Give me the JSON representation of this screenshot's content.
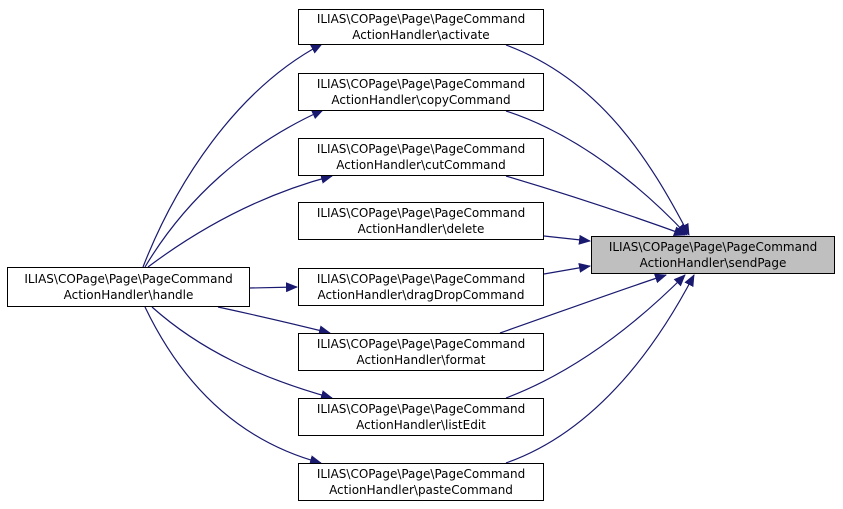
{
  "colors": {
    "edge": "#191970",
    "node_border": "#000000",
    "node_fill": "#ffffff",
    "target_fill": "#bfbfbf"
  },
  "nodes": {
    "handle": {
      "line1": "ILIAS\\COPage\\Page\\PageCommand",
      "line2": "ActionHandler\\handle"
    },
    "activate": {
      "line1": "ILIAS\\COPage\\Page\\PageCommand",
      "line2": "ActionHandler\\activate"
    },
    "copy": {
      "line1": "ILIAS\\COPage\\Page\\PageCommand",
      "line2": "ActionHandler\\copyCommand"
    },
    "cut": {
      "line1": "ILIAS\\COPage\\Page\\PageCommand",
      "line2": "ActionHandler\\cutCommand"
    },
    "delete": {
      "line1": "ILIAS\\COPage\\Page\\PageCommand",
      "line2": "ActionHandler\\delete"
    },
    "drag": {
      "line1": "ILIAS\\COPage\\Page\\PageCommand",
      "line2": "ActionHandler\\dragDropCommand"
    },
    "format": {
      "line1": "ILIAS\\COPage\\Page\\PageCommand",
      "line2": "ActionHandler\\format"
    },
    "listedit": {
      "line1": "ILIAS\\COPage\\Page\\PageCommand",
      "line2": "ActionHandler\\listEdit"
    },
    "paste": {
      "line1": "ILIAS\\COPage\\Page\\PageCommand",
      "line2": "ActionHandler\\pasteCommand"
    },
    "sendpage": {
      "line1": "ILIAS\\COPage\\Page\\PageCommand",
      "line2": "ActionHandler\\sendPage"
    }
  }
}
